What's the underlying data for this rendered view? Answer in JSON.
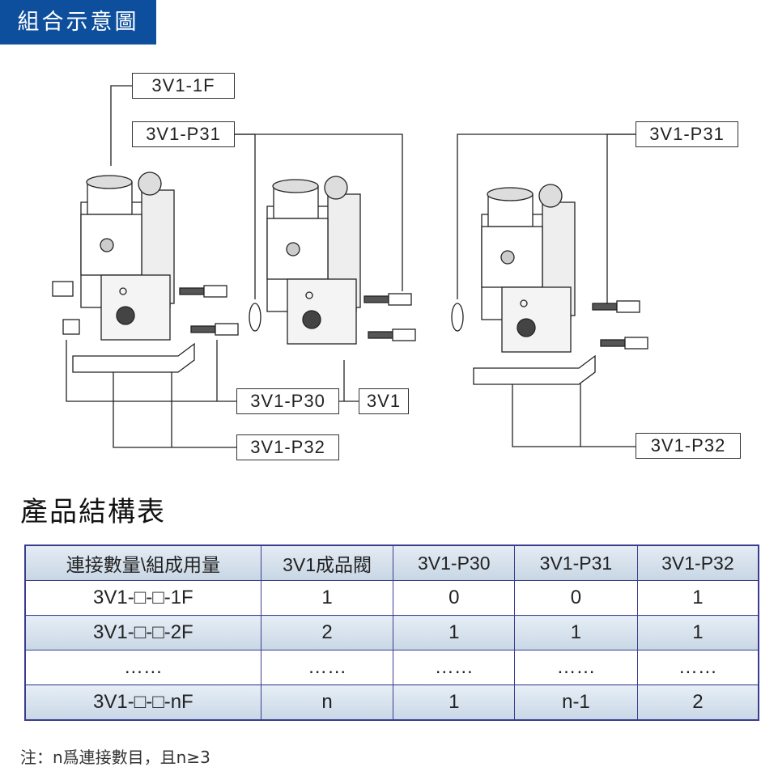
{
  "header": {
    "title": "組合示意圖"
  },
  "diagram": {
    "labels": {
      "l1f": "3V1-1F",
      "p31_left": "3V1-P31",
      "p31_right": "3V1-P31",
      "p30": "3V1-P30",
      "v3v1": "3V1",
      "p32_left": "3V1-P32",
      "p32_right": "3V1-P32"
    }
  },
  "section_title": "產品結構表",
  "table": {
    "headers": [
      "連接數量\\組成用量",
      "3V1成品閥",
      "3V1-P30",
      "3V1-P31",
      "3V1-P32"
    ],
    "rows": [
      [
        "3V1-□-□-1F",
        "1",
        "0",
        "0",
        "1"
      ],
      [
        "3V1-□-□-2F",
        "2",
        "1",
        "1",
        "1"
      ],
      [
        "……",
        "……",
        "……",
        "……",
        "……"
      ],
      [
        "3V1-□-□-nF",
        "n",
        "1",
        "n-1",
        "2"
      ]
    ]
  },
  "note": "注：n爲連接數目，且n≥3"
}
